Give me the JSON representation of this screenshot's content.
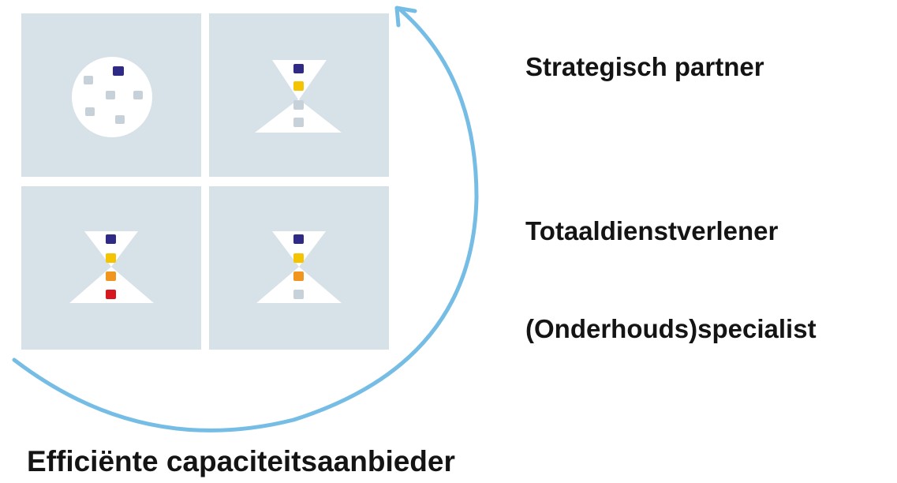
{
  "colors": {
    "panel_background": "#d7e1e8",
    "shape_fill": "#ffffff",
    "arrow": "#76bde6",
    "navy_square": "#2f2a86",
    "yellow_square": "#f5c400",
    "orange_square": "#f0961e",
    "red_square": "#d7171f",
    "grey_square": "#c6d1da",
    "text": "#141414"
  },
  "labels": {
    "strategic_partner": "Strategisch partner",
    "total_service_provider": "Totaaldienstverlener",
    "maintenance_specialist": "(Onderhouds)specialist",
    "efficient_capacity_provider": "Efficiënte capaciteitsaanbieder"
  },
  "quadrants": [
    {
      "name": "top-left",
      "shape": "circle",
      "squares": [
        "navy",
        "grey",
        "grey",
        "grey",
        "grey",
        "grey"
      ]
    },
    {
      "name": "top-right",
      "shape": "hourglass",
      "squares": [
        "navy",
        "yellow",
        "grey",
        "grey"
      ]
    },
    {
      "name": "bottom-left",
      "shape": "hourglass",
      "squares": [
        "navy",
        "yellow",
        "orange",
        "red"
      ]
    },
    {
      "name": "bottom-right",
      "shape": "hourglass",
      "squares": [
        "navy",
        "yellow",
        "orange",
        "grey"
      ]
    }
  ],
  "icons": {
    "cycle_arrow": "circular-arrow-icon",
    "circle_shape": "circle-cluster-icon",
    "hourglass_shape": "hourglass-icon"
  }
}
